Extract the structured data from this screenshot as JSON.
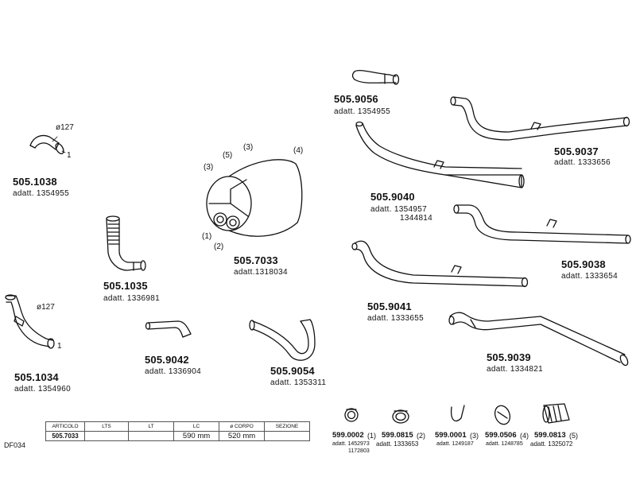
{
  "parts": [
    {
      "code": "505.9056",
      "adatt": "adatt.  1354955"
    },
    {
      "code": "505.9037",
      "adatt": "adatt.  1333656"
    },
    {
      "code": "505.1038",
      "adatt": "adatt.  1354955",
      "dim": "ø127",
      "marker": "1"
    },
    {
      "code": "505.9040",
      "adatt": "adatt.  1354957",
      "adatt2": "1344814"
    },
    {
      "code": "505.7033",
      "adatt": "adatt.1318034",
      "labels": [
        "(1)",
        "(2)",
        "(3)",
        "(4)",
        "(5)",
        "(3)"
      ]
    },
    {
      "code": "505.1035",
      "adatt": "adatt.  1336981"
    },
    {
      "code": "505.9038",
      "adatt": "adatt.  1333654"
    },
    {
      "code": "505.9041",
      "adatt": "adatt.  1333655"
    },
    {
      "code": "505.1034",
      "adatt": "adatt.  1354960",
      "dim": "ø127",
      "marker": "1"
    },
    {
      "code": "505.9042",
      "adatt": "adatt.  1336904"
    },
    {
      "code": "505.9054",
      "adatt": "adatt.  1353311"
    },
    {
      "code": "505.9039",
      "adatt": "adatt.  1334821"
    }
  ],
  "accessories": [
    {
      "code": "599.0002",
      "num": "(1)",
      "adatt": "adatt. 1452973",
      "adatt2": "1172803"
    },
    {
      "code": "599.0815",
      "num": "(2)",
      "adatt": "adatt.  1333653"
    },
    {
      "code": "599.0001",
      "num": "(3)",
      "adatt": "adatt. 1249187"
    },
    {
      "code": "599.0506",
      "num": "(4)",
      "adatt": "adatt. 1248785"
    },
    {
      "code": "599.0813",
      "num": "(5)",
      "adatt": "adatt.  1325072"
    }
  ],
  "spec_table": {
    "headers": [
      "ARTICOLO",
      "LTS",
      "LT",
      "LC",
      "ø CORPO",
      "SEZIONE"
    ],
    "row": [
      "505.7033",
      "",
      "",
      "590  mm",
      "520  mm",
      ""
    ]
  },
  "doc_code": "DF034"
}
